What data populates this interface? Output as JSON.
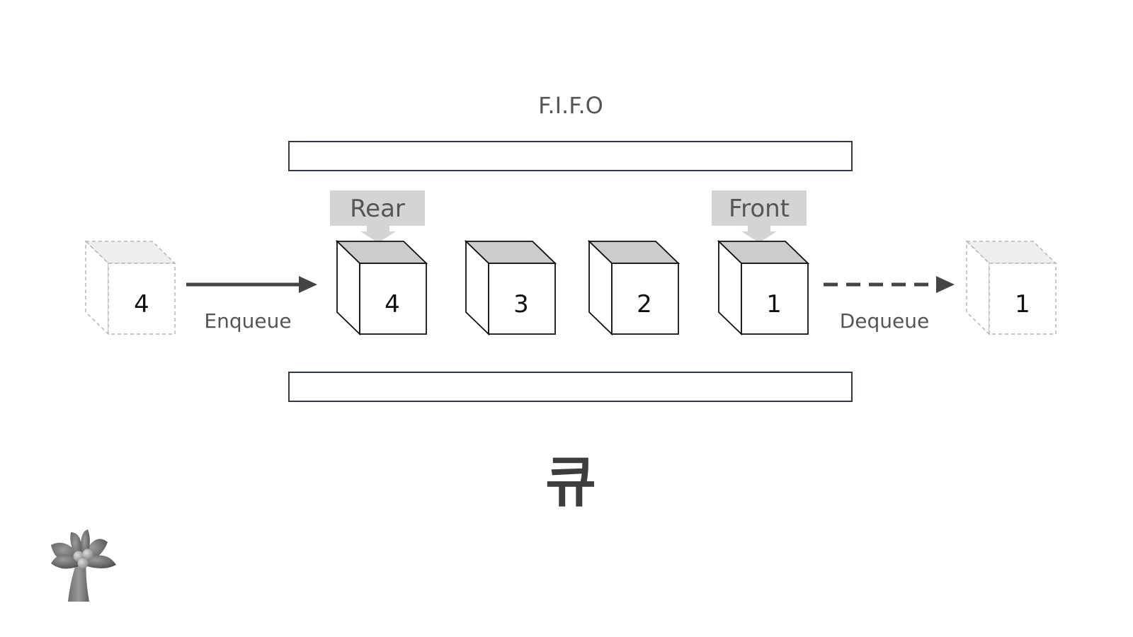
{
  "title": "F.I.F.O",
  "caption": "큐",
  "pointers": {
    "rear": "Rear",
    "front": "Front"
  },
  "operations": {
    "enqueue": "Enqueue",
    "dequeue": "Dequeue"
  },
  "incoming_item": "4",
  "queue_items": [
    "4",
    "3",
    "2",
    "1"
  ],
  "outgoing_item": "1",
  "colors": {
    "tube_border": "#2e3b4e",
    "cube_top": "#cccccc",
    "ghost_top": "#eeeeee",
    "pointer_box": "#d4d4d4",
    "arrow": "#444444",
    "text": "#555555"
  },
  "icons": {
    "logo": "palm-tree-icon"
  }
}
